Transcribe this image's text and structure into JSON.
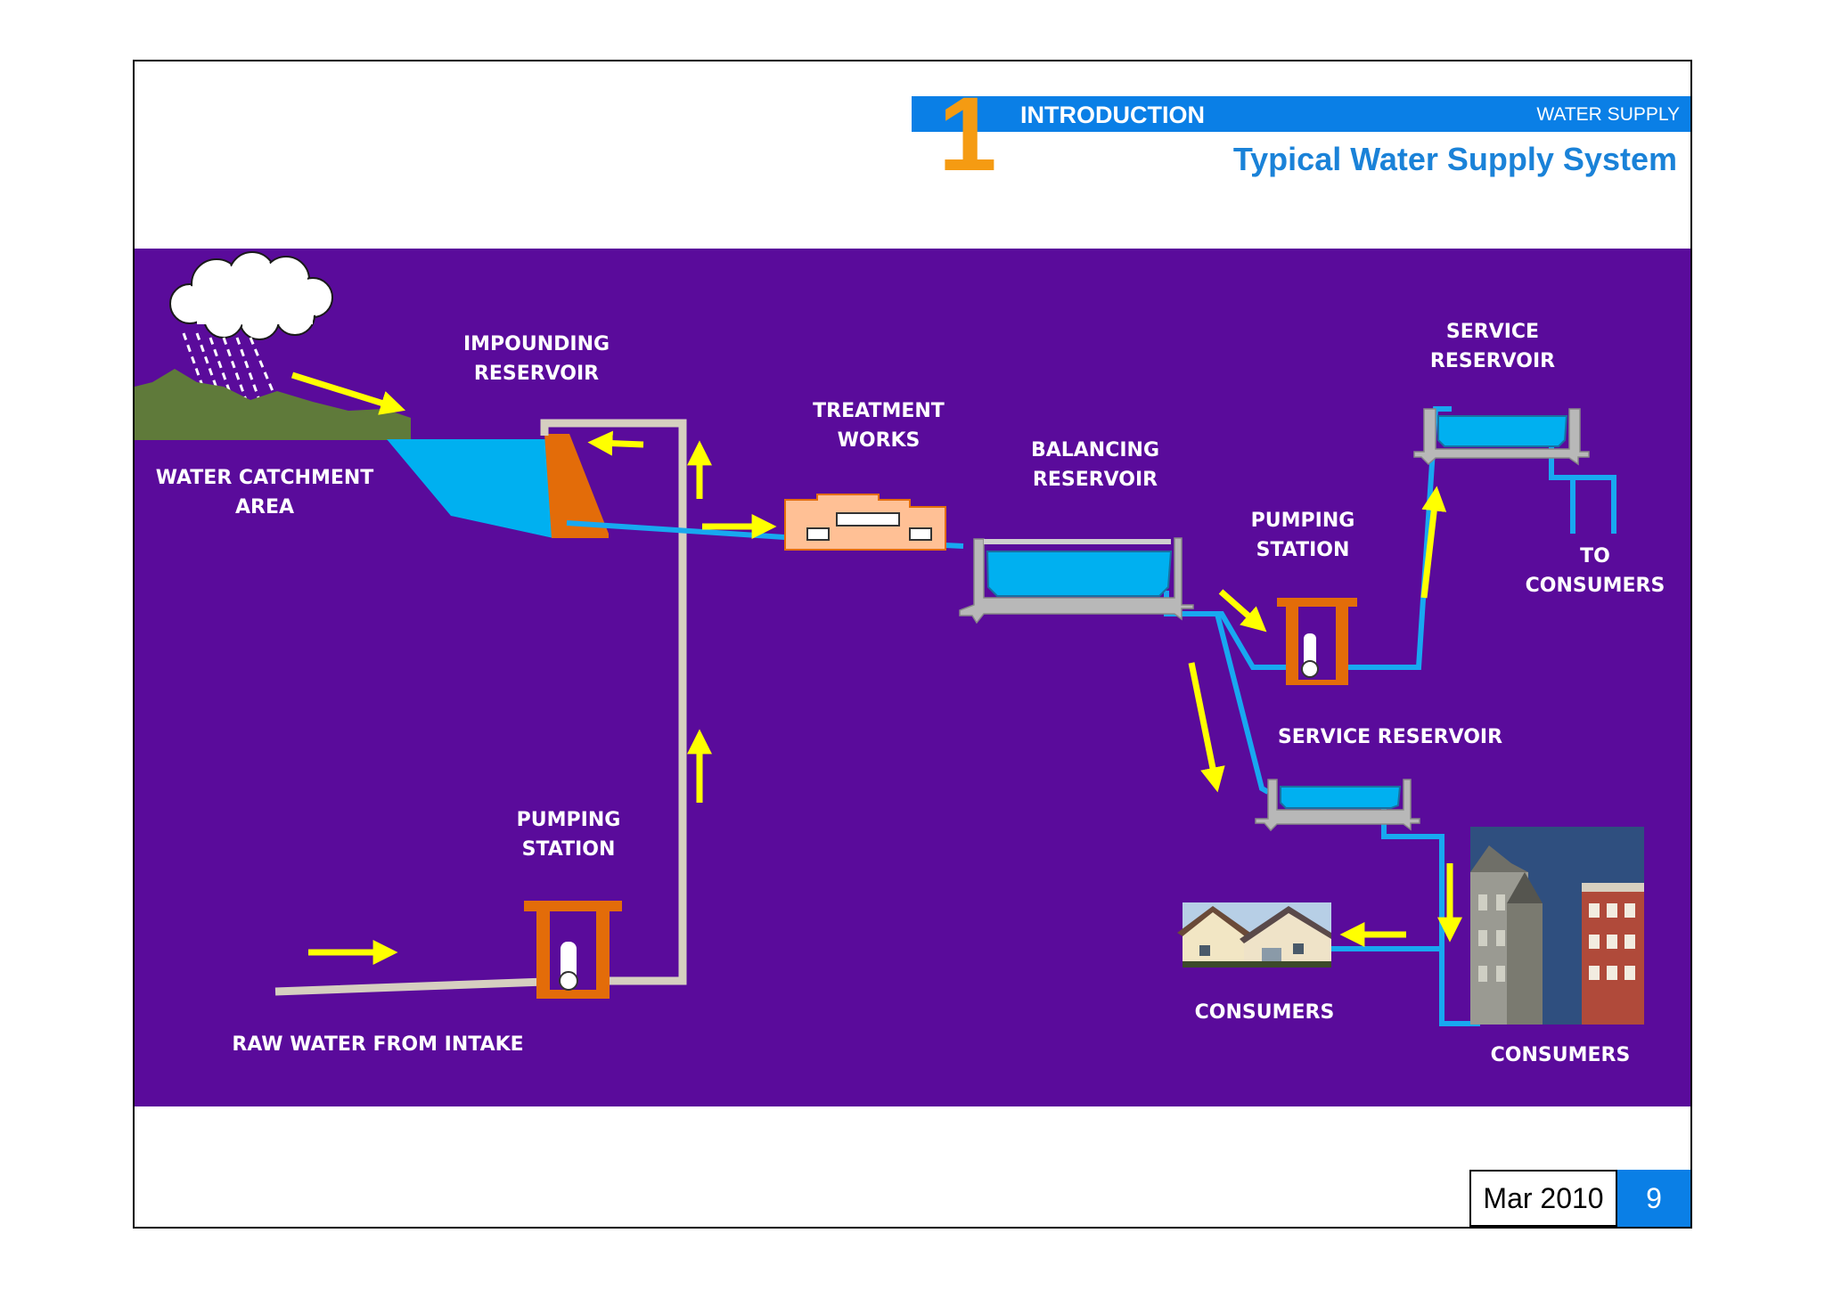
{
  "header": {
    "section_number": "1",
    "section_title": "INTRODUCTION",
    "course": "WATER SUPPLY",
    "slide_title": "Typical Water Supply System",
    "accent_color": "#0a7fe6",
    "number_color": "#f59b12"
  },
  "diagram": {
    "background_color": "#5a0b9b",
    "labels": {
      "catchment_line1": "WATER CATCHMENT",
      "catchment_line2": "AREA",
      "impounding_line1": "IMPOUNDING",
      "impounding_line2": "RESERVOIR",
      "treatment_line1": "TREATMENT",
      "treatment_line2": "WORKS",
      "balancing_line1": "BALANCING",
      "balancing_line2": "RESERVOIR",
      "pumping_right_line1": "PUMPING",
      "pumping_right_line2": "STATION",
      "service_top_line1": "SERVICE",
      "service_top_line2": "RESERVOIR",
      "to_consumers_line1": "TO",
      "to_consumers_line2": "CONSUMERS",
      "service_mid": "SERVICE RESERVOIR",
      "pumping_left_line1": "PUMPING",
      "pumping_left_line2": "STATION",
      "raw_water": "RAW WATER FROM INTAKE",
      "consumers_houses": "CONSUMERS",
      "consumers_buildings": "CONSUMERS"
    }
  },
  "footer": {
    "date": "Mar 2010",
    "page": "9"
  }
}
